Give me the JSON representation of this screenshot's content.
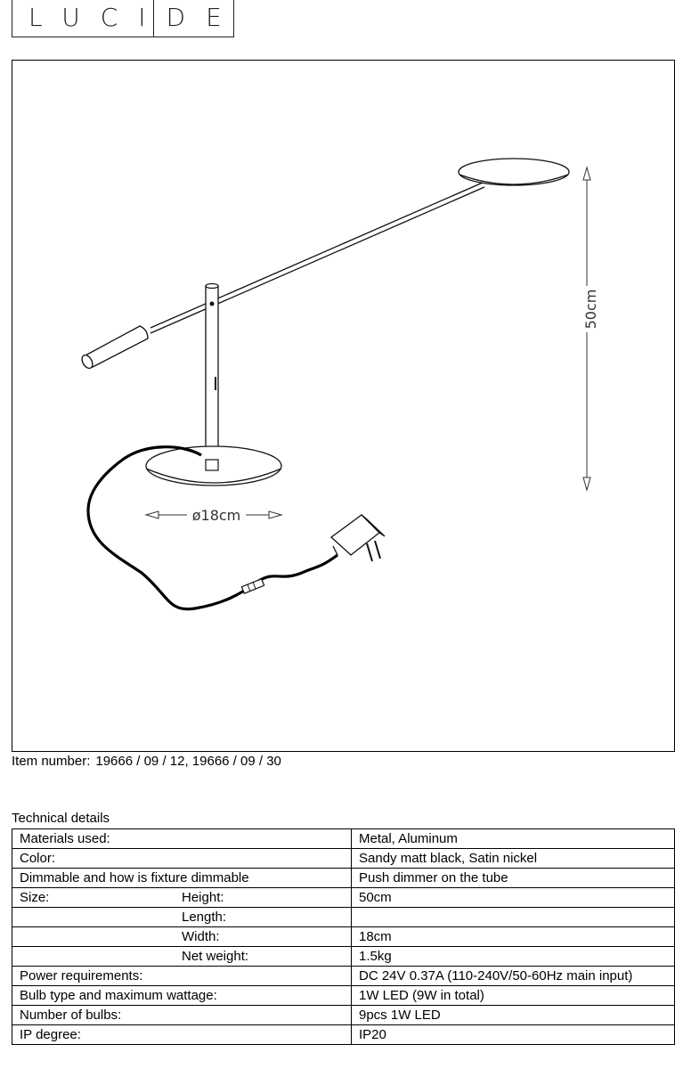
{
  "logo": {
    "text": "LUCIDE"
  },
  "drawing": {
    "height_dim": "50cm",
    "diameter_dim": "ø18cm"
  },
  "item_number": {
    "label": "Item number:",
    "value": "19666 / 09 / 12, 19666 / 09 / 30"
  },
  "technical_details": {
    "title": "Technical details",
    "rows": [
      {
        "label": "Materials used:",
        "sub": "",
        "value": "Metal, Aluminum"
      },
      {
        "label": "Color:",
        "sub": "",
        "value": "Sandy matt black, Satin nickel"
      },
      {
        "label": "Dimmable and how is fixture dimmable",
        "sub": "",
        "value": "Push dimmer on the tube"
      },
      {
        "label": "Size:",
        "sub": "Height:",
        "value": "50cm"
      },
      {
        "label": "",
        "sub": "Length:",
        "value": ""
      },
      {
        "label": "",
        "sub": "Width:",
        "value": "18cm"
      },
      {
        "label": "",
        "sub": "Net weight:",
        "value": "1.5kg"
      },
      {
        "label": "Power requirements:",
        "sub": "",
        "value": "DC 24V 0.37A (110-240V/50-60Hz main input)"
      },
      {
        "label": "Bulb type and maximum wattage:",
        "sub": "",
        "value": "1W LED (9W in total)"
      },
      {
        "label": "Number of bulbs:",
        "sub": "",
        "value": "9pcs 1W LED"
      },
      {
        "label": "IP degree:",
        "sub": "",
        "value": "IP20"
      }
    ]
  }
}
